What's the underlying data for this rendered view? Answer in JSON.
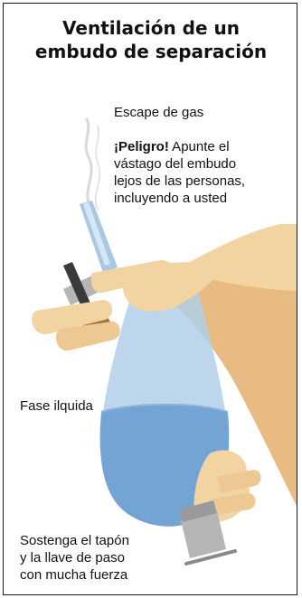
{
  "title": {
    "line1": "Ventilación de un",
    "line2": "embudo de separación"
  },
  "labels": {
    "gas_escape": "Escape de gas",
    "danger_bold": "¡Peligro!",
    "danger_line1_rest": " Apunte el",
    "danger_line2": "vástago del embudo",
    "danger_line3": "lejos de las personas,",
    "danger_line4": "incluyendo a usted",
    "liquid_phase": "Fase ilquida",
    "hold_line1": "Sostenga el tapón",
    "hold_line2": "y la llave de paso",
    "hold_line3": "con mucha fuerza"
  },
  "colors": {
    "skin": "#f2d4a2",
    "skin_shadow": "#e8bc80",
    "glass": "#a8c8e6",
    "liquid": "#6b9fd1",
    "stopcock_dark": "#3a3a3a",
    "cork": "#a0703e",
    "metal": "#b5b5b5",
    "vapor": "#d4d4d4"
  }
}
